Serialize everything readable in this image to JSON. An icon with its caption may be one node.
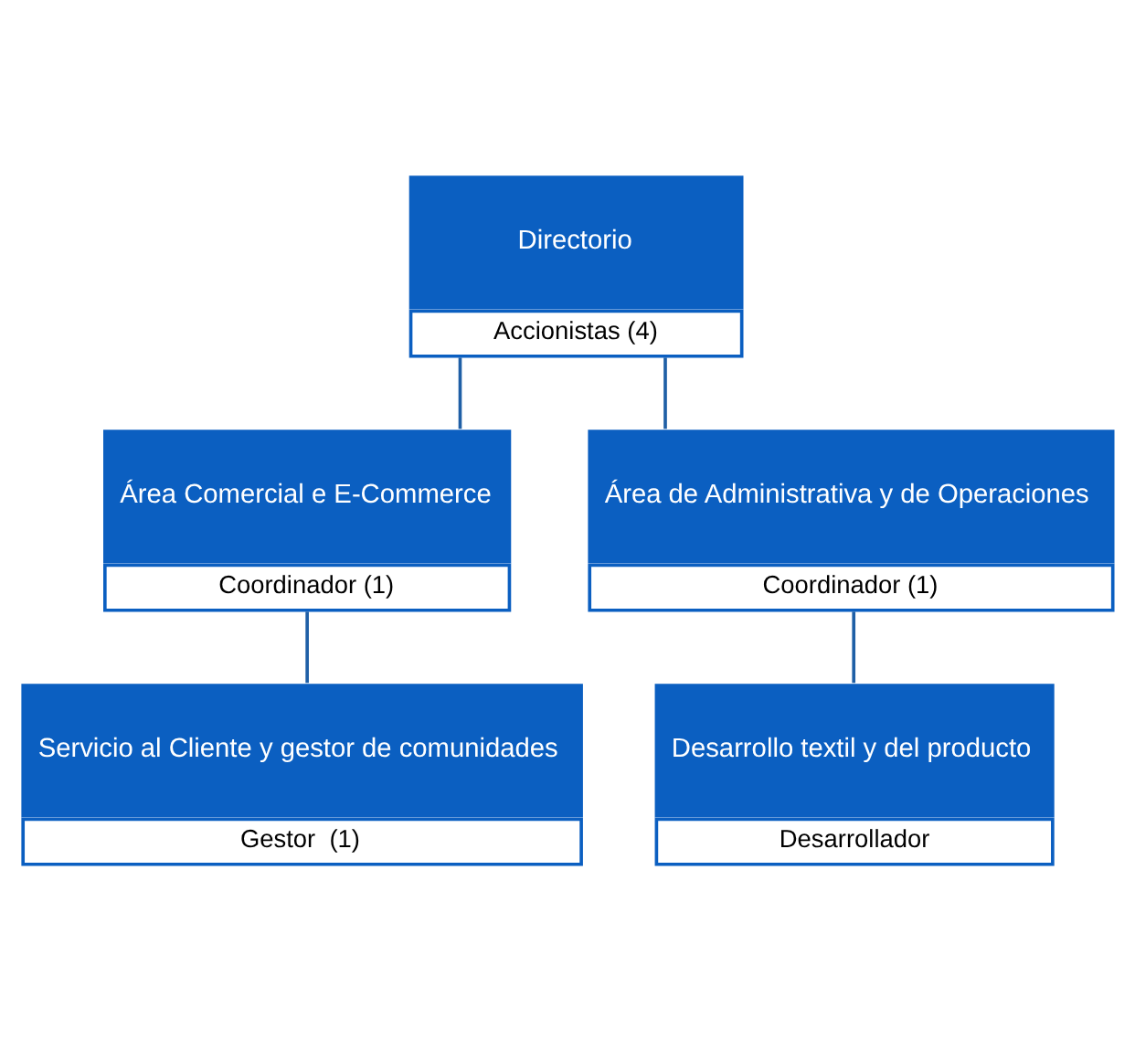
{
  "diagram": {
    "nodes": [
      {
        "text": [
          "Directorio",
          "Accionistas (4)"
        ]
      },
      {
        "text": [
          "Área Comercial e E-Commerce",
          "Coordinador (1)"
        ]
      },
      {
        "text": [
          "Área de Administrativa y de Operaciones",
          "Coordinador (1)"
        ]
      },
      {
        "text": [
          "Servicio al Cliente y gestor de comunidades",
          "Gestor  (1)"
        ]
      },
      {
        "text": [
          "Desarrollo textil y del producto",
          "Desarrollador"
        ]
      }
    ],
    "edges": [
      {
        "from": 0,
        "to": 1,
        "arrow": "none"
      },
      {
        "from": 0,
        "to": 2,
        "arrow": "none"
      },
      {
        "from": 1,
        "to": 3,
        "arrow": "none"
      },
      {
        "from": 2,
        "to": 4,
        "arrow": "none"
      }
    ]
  }
}
